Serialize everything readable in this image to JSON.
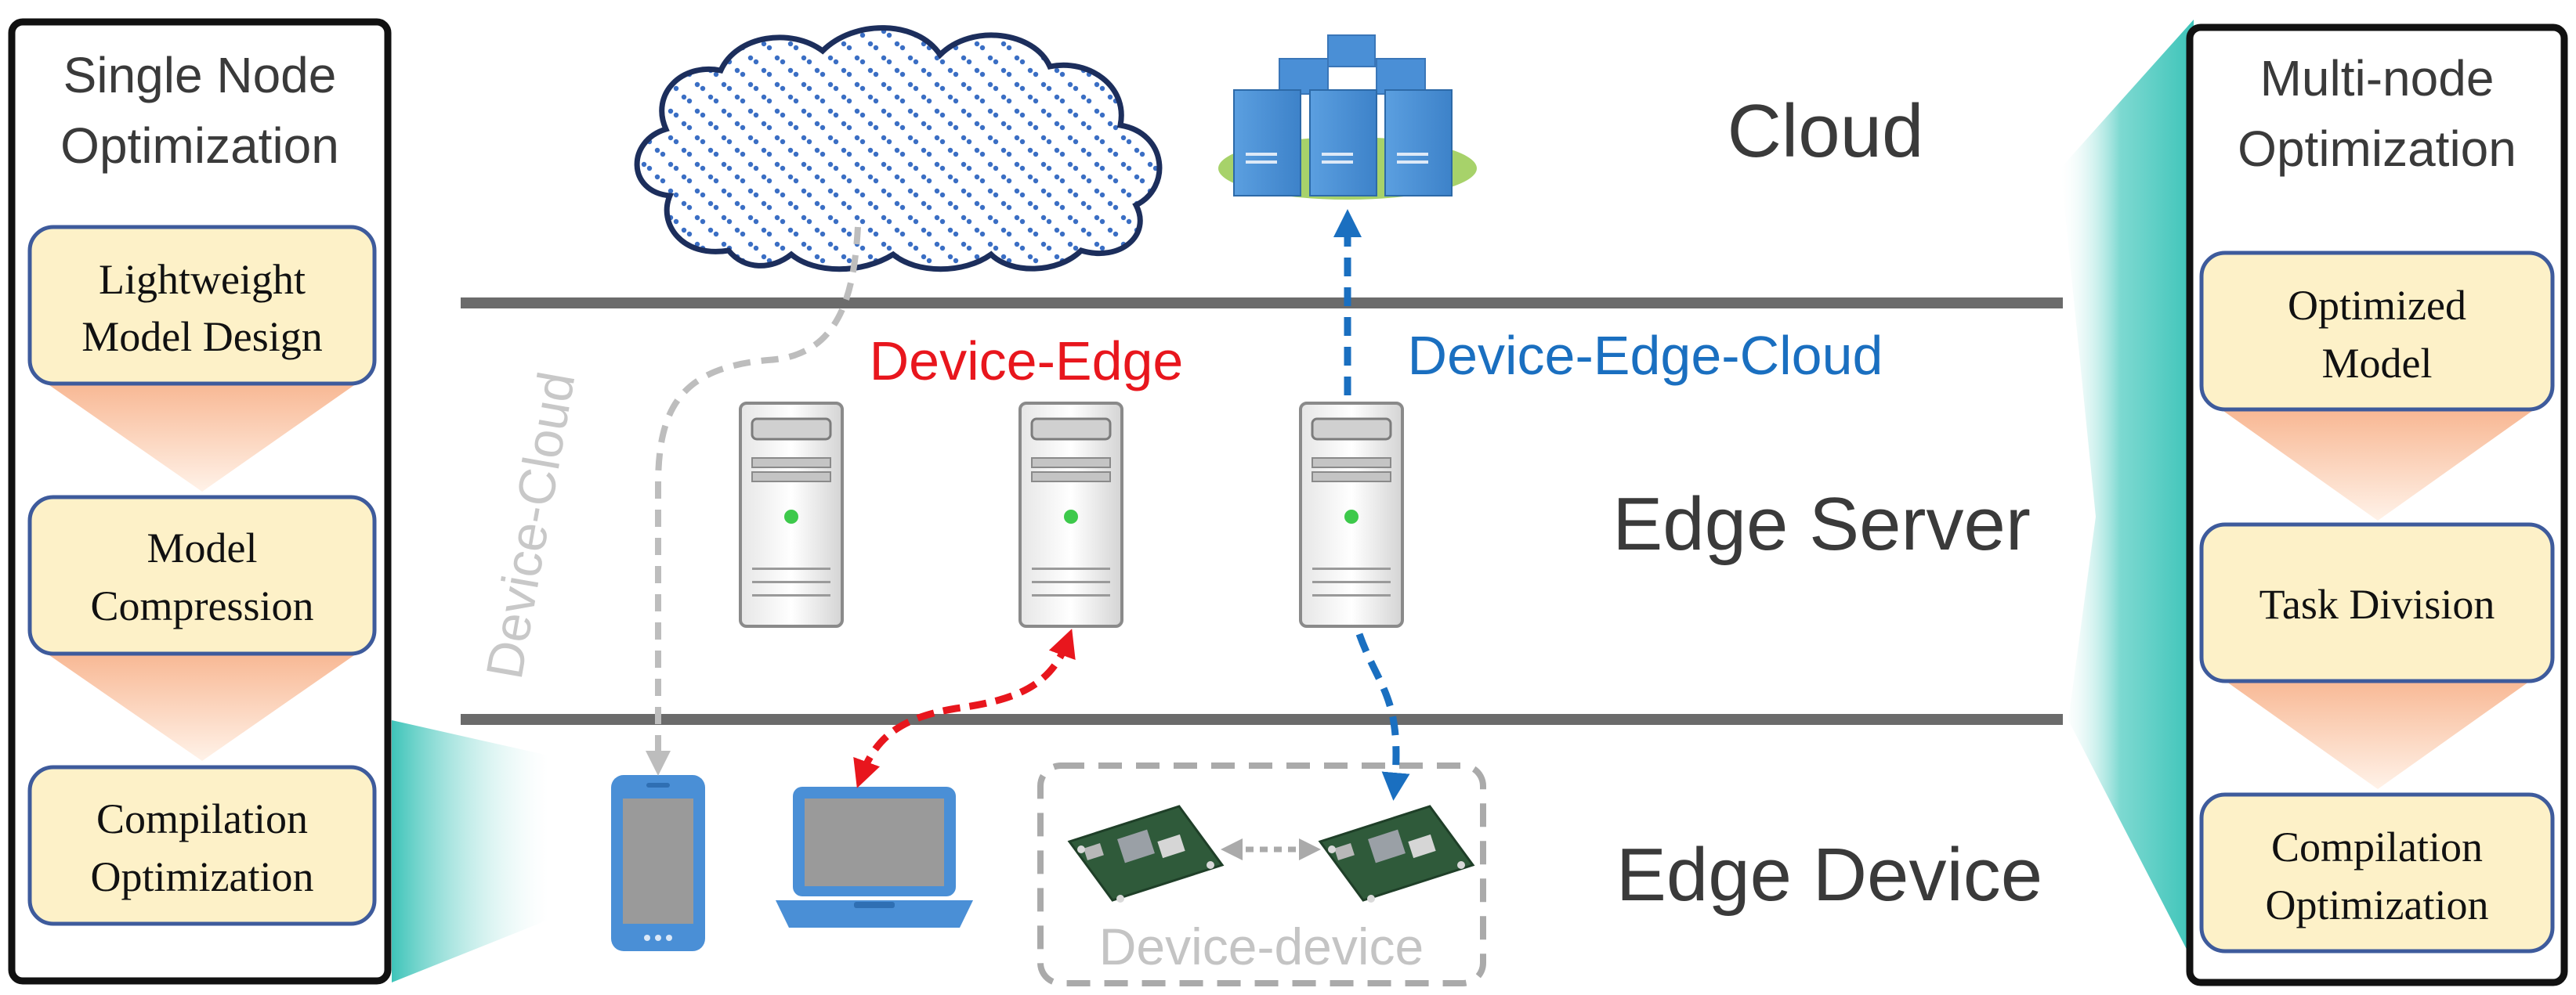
{
  "left_panel": {
    "title_line1": "Single Node",
    "title_line2": "Optimization",
    "steps": [
      {
        "line1": "Lightweight",
        "line2": "Model Design"
      },
      {
        "line1": "Model",
        "line2": "Compression"
      },
      {
        "line1": "Compilation",
        "line2": "Optimization"
      }
    ]
  },
  "right_panel": {
    "title_line1": "Multi-node",
    "title_line2": "Optimization",
    "steps": [
      {
        "line1": "Optimized",
        "line2": "Model"
      },
      {
        "line1": "Task Division",
        "line2": ""
      },
      {
        "line1": "Compilation",
        "line2": "Optimization"
      }
    ]
  },
  "layers": {
    "cloud": "Cloud",
    "edge_server": "Edge Server",
    "edge_device": "Edge Device"
  },
  "links": {
    "device_cloud": "Device-Cloud",
    "device_edge": "Device-Edge",
    "device_edge_cloud": "Device-Edge-Cloud",
    "device_device": "Device-device"
  },
  "colors": {
    "panel_border": "#111111",
    "step_fill": "#fdf1c8",
    "step_border": "#3e5b9c",
    "layer_line": "#6b6b6b",
    "device_edge_red": "#e8161d",
    "device_edge_cloud_blue": "#1a6fc0",
    "device_cloud_gray": "#bdbdbd",
    "device_blue": "#4a8fd6",
    "teal": "#4fc9bf"
  },
  "icons": [
    "cloud-icon",
    "server-cluster-icon",
    "edge-server-icon",
    "smartphone-icon",
    "laptop-icon",
    "dev-board-icon"
  ]
}
